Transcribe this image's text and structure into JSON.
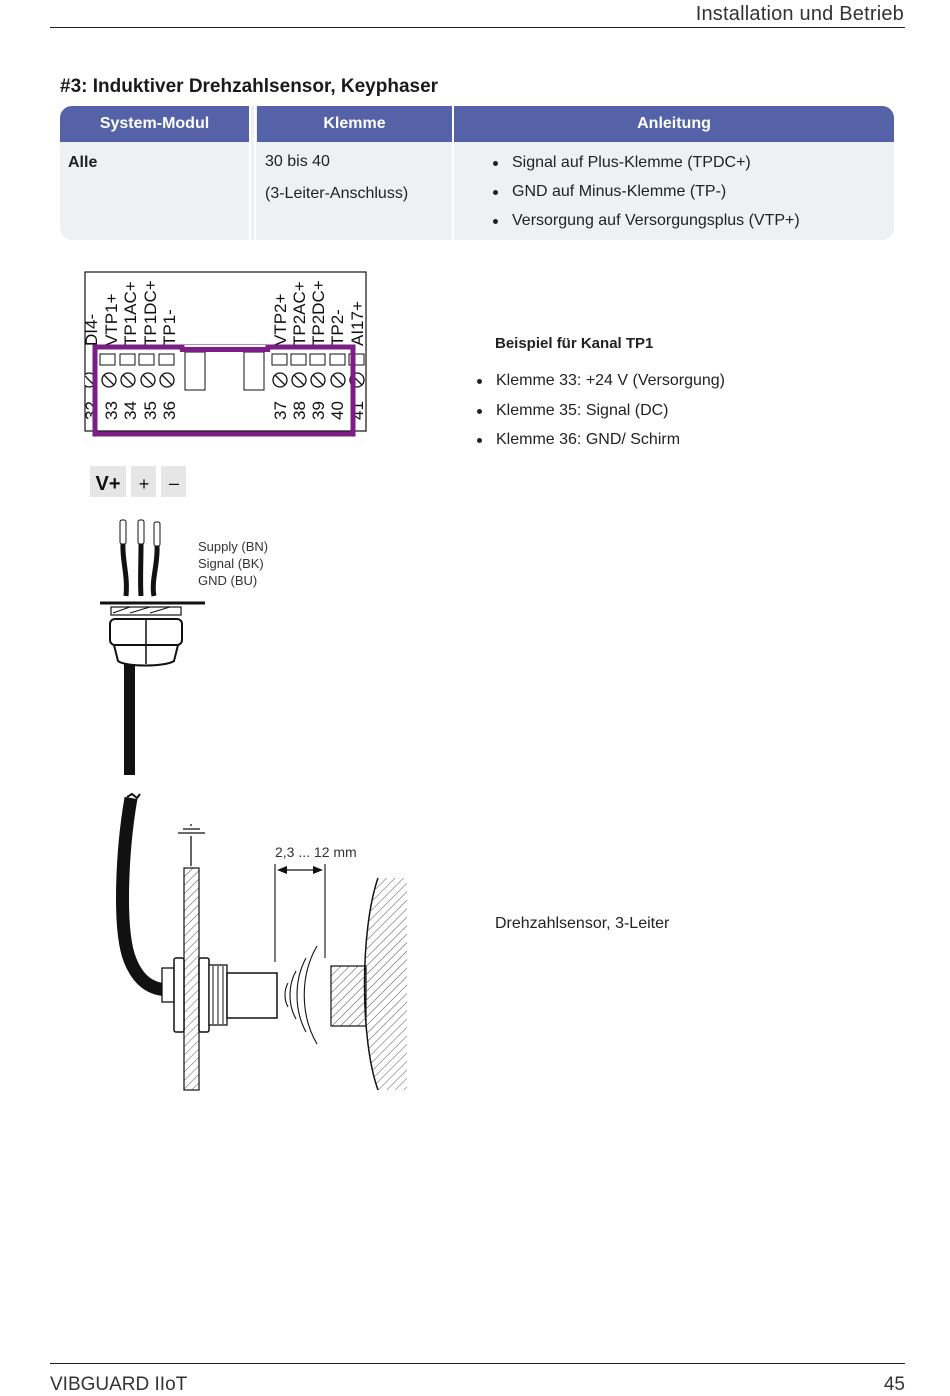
{
  "header": {
    "title": "Installation und Betrieb"
  },
  "section": {
    "title": "#3: Induktiver Drehzahlsensor, Keyphaser"
  },
  "table": {
    "headers": [
      "System-Modul",
      "Klemme",
      "Anleitung"
    ],
    "row": {
      "module": "Alle",
      "terminal_line1": "30 bis 40",
      "terminal_line2": "(3-Leiter-Anschluss)",
      "instructions": [
        "Signal auf Plus-Klemme (TPDC+)",
        "GND auf Minus-Klemme (TP-)",
        "Versorgung auf Versorgungsplus (VTP+)"
      ]
    },
    "colors": {
      "header_bg": "#5562a7",
      "body_bg": "#eef0f2"
    }
  },
  "terminal_block": {
    "left_labels": [
      "DI4-",
      "VTP1+",
      "TP1AC+",
      "TP1DC+",
      "TP1-"
    ],
    "right_labels": [
      "VTP2+",
      "TP2AC+",
      "TP2DC+",
      "TP2-",
      "AI17+"
    ],
    "left_numbers": [
      "32",
      "33",
      "34",
      "35",
      "36"
    ],
    "right_numbers": [
      "37",
      "38",
      "39",
      "40",
      "41"
    ],
    "highlight_color": "#7b1e86"
  },
  "connector": {
    "labels": [
      "V+",
      "+",
      "–"
    ]
  },
  "wires": {
    "labels": [
      "Supply (BN)",
      "Signal (BK)",
      "GND (BU)"
    ]
  },
  "sensor": {
    "gap_label": "2,3 ... 12 mm"
  },
  "example": {
    "title": "Beispiel für Kanal TP1",
    "items": [
      "Klemme 33: +24 V (Versorgung)",
      "Klemme 35: Signal (DC)",
      "Klemme 36: GND/ Schirm"
    ]
  },
  "caption": "Drehzahlsensor, 3-Leiter",
  "footer": {
    "product": "VIBGUARD IIoT",
    "page": "45"
  }
}
